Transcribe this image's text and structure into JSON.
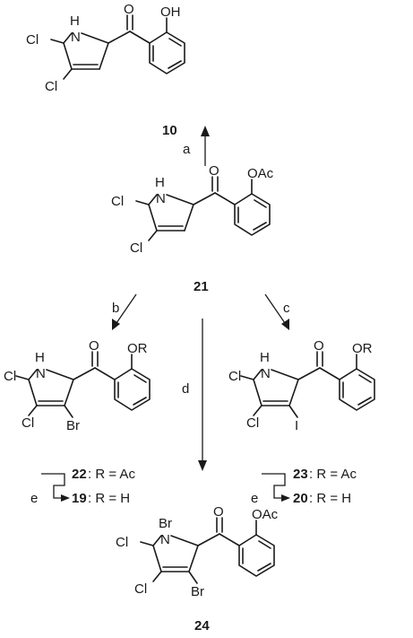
{
  "compounds": {
    "c10": {
      "id": "10",
      "sub": "OH",
      "pyr": {
        "n": "H",
        "x5": "Cl",
        "x4": "Cl"
      }
    },
    "c21": {
      "id": "21",
      "sub": "OAc",
      "pyr": {
        "n": "H",
        "x5": "Cl",
        "x4": "Cl"
      }
    },
    "c_br": {
      "sub": "OR",
      "pyr": {
        "n": "H",
        "x5": "Cl",
        "x4": "Cl",
        "x3": "Br"
      }
    },
    "c_i": {
      "sub": "OR",
      "pyr": {
        "n": "H",
        "x5": "Cl",
        "x4": "Cl",
        "x3": "I"
      }
    },
    "c24": {
      "id": "24",
      "sub": "OAc",
      "pyr": {
        "n": "Br",
        "x5": "Cl",
        "x4": "Cl",
        "x3": "Br"
      }
    }
  },
  "reagents": {
    "a": "a",
    "b": "b",
    "c": "c",
    "d": "d",
    "e1": "e",
    "e2": "e"
  },
  "labels": {
    "l22": {
      "id": "22",
      "text": ": R = Ac"
    },
    "l19": {
      "id": "19",
      "text": ": R = H"
    },
    "l23": {
      "id": "23",
      "text": ": R = Ac"
    },
    "l20": {
      "id": "20",
      "text": ": R = H"
    }
  },
  "atoms": {
    "n": "N",
    "o": "O"
  }
}
